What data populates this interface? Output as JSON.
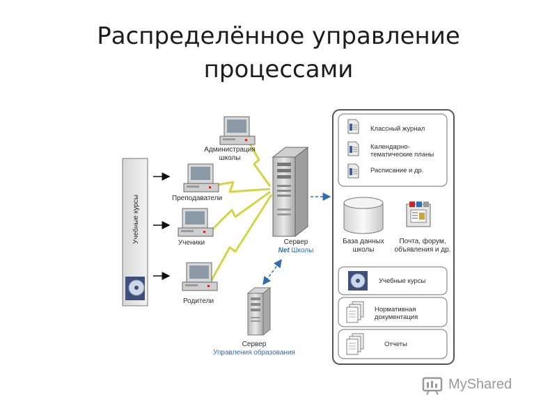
{
  "title_line1": "Распределённое управление",
  "title_line2": "процессами",
  "courses_bar_label": "Учебные курсы",
  "clients": {
    "admin": "Администрация школы",
    "admin_l1": "Администрация",
    "admin_l2": "школы",
    "teachers": "Преподаватели",
    "students": "Ученики",
    "parents": "Родители"
  },
  "server_net": {
    "line1": "Сервер",
    "net": "Net",
    "rest": " Школы"
  },
  "server_edu": {
    "line1": "Сервер",
    "line2": "Управления образования"
  },
  "panel": {
    "docs": {
      "journal": "Классный журнал",
      "plans_l1": "Календарно-",
      "plans_l2": "тематические планы",
      "schedule": "Расписание  и др."
    },
    "db_l1": "База данных",
    "db_l2": "школы",
    "mail_l1": "Почта, форум,",
    "mail_l2": "объявления и др.",
    "courses": "Учебные курсы",
    "norm_l1": "Нормативная",
    "norm_l2": "документация",
    "reports": "Отчеты"
  },
  "watermark": "MyShared",
  "colors": {
    "accent_blue": "#2f6db5",
    "lightning": "#d8d84a",
    "panel_border": "#555555"
  }
}
